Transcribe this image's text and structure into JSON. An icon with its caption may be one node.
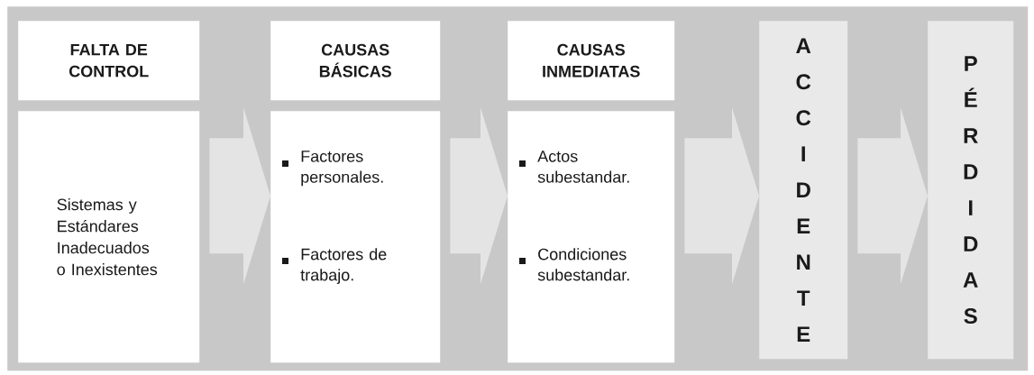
{
  "diagram": {
    "nodes": [
      {
        "text": [],
        "shape": "box"
      },
      {
        "text": [
          "FALTA DE CONTROL"
        ],
        "in": 0
      },
      {
        "text": [
          "Sistemas y Estándares Inadecuados o Inexistentes"
        ],
        "in": 0
      },
      {
        "text": [
          "CAUSAS BÁSICAS"
        ],
        "in": 0
      },
      {
        "text": [
          "Factores personales.",
          "Factores de trabajo."
        ],
        "in": 0
      },
      {
        "text": [
          "CAUSAS INMEDIATAS"
        ],
        "in": 0
      },
      {
        "text": [
          "Actos subestandar.",
          "Condiciones subestandar."
        ],
        "in": 0
      },
      {
        "text": [
          "ACCIDENTE"
        ],
        "in": 0
      },
      {
        "text": [
          "PÉRDIDAS"
        ],
        "in": 0
      }
    ],
    "edges": [
      {
        "from": 2,
        "to": 4,
        "arrow": "to"
      },
      {
        "from": 4,
        "to": 6,
        "arrow": "to"
      },
      {
        "from": 6,
        "to": 7,
        "arrow": "to"
      },
      {
        "from": 7,
        "to": 8,
        "arrow": "to"
      }
    ]
  }
}
